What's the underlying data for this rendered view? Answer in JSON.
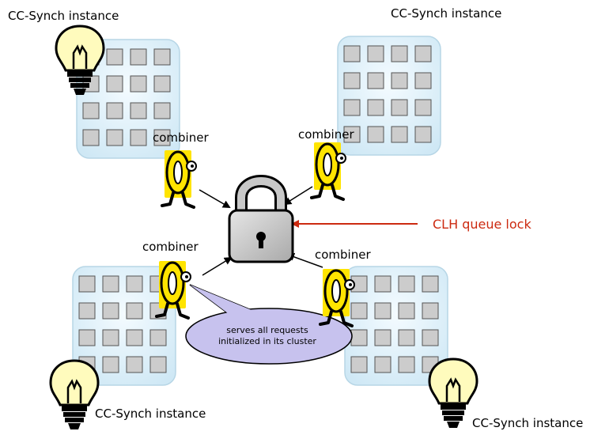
{
  "labels": {
    "instance_top_left": "CC-Synch instance",
    "instance_top_right": "CC-Synch instance",
    "instance_bottom_left": "CC-Synch instance",
    "instance_bottom_right": "CC-Synch instance",
    "combiner_top_left": "combiner",
    "combiner_top_right": "combiner",
    "combiner_bottom_left": "combiner",
    "combiner_bottom_right": "combiner",
    "lock": "CLH queue lock",
    "bubble_line1": "serves all requests",
    "bubble_line2": "initialized in its cluster"
  },
  "colors": {
    "cluster_fill": "#d6ecf7",
    "cell_fill": "#cccccc",
    "bulb_fill": "#fffbbd",
    "combiner_fill": "#ffe400",
    "lock_body": "#c8c8c8",
    "arrow_red": "#cc2a10",
    "bubble_fill": "#c7c2ee"
  },
  "icons": [
    "lightbulb-icon",
    "combiner-character-icon",
    "padlock-icon"
  ]
}
